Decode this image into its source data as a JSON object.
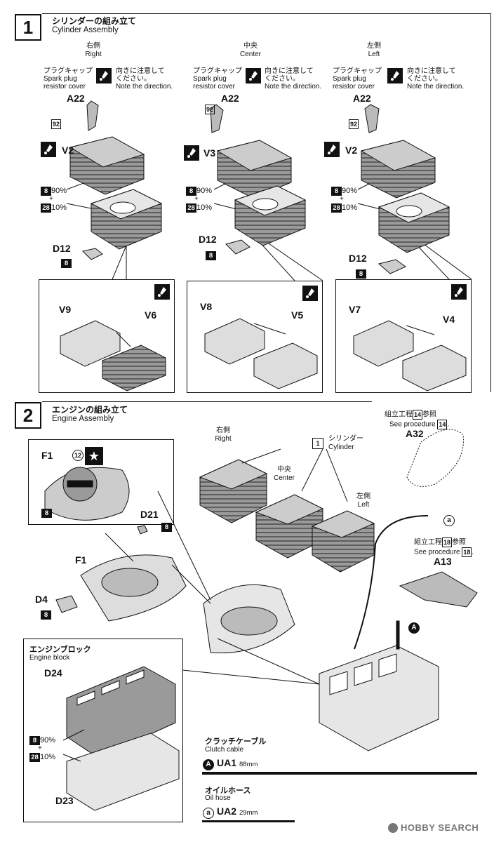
{
  "step1": {
    "number": "1",
    "title_jp": "シリンダーの組み立て",
    "title_en": "Cylinder Assembly",
    "columns": [
      {
        "side_jp": "右側",
        "side_en": "Right",
        "cap_jp": "プラグキャップ",
        "cap_en1": "Spark plug",
        "cap_en2": "resistor cover",
        "note_jp1": "向きに注意して",
        "note_jp2": "ください。",
        "note_en": "Note the direction.",
        "cap_part": "A22",
        "paint": "92",
        "head_part": "V2",
        "mix1_code": "8",
        "mix1": "90%",
        "plus": "+",
        "mix2_code": "28",
        "mix2": "10%",
        "small_part": "D12",
        "small_code": "8",
        "inset_left": "V9",
        "inset_right": "V6"
      },
      {
        "side_jp": "中央",
        "side_en": "Center",
        "cap_jp": "プラグキャップ",
        "cap_en1": "Spark plug",
        "cap_en2": "resistor cover",
        "note_jp1": "向きに注意して",
        "note_jp2": "ください。",
        "note_en": "Note the direction.",
        "cap_part": "A22",
        "paint": "92",
        "head_part": "V3",
        "mix1_code": "8",
        "mix1": "90%",
        "plus": "+",
        "mix2_code": "28",
        "mix2": "10%",
        "small_part": "D12",
        "small_code": "8",
        "inset_left": "V8",
        "inset_right": "V5"
      },
      {
        "side_jp": "左側",
        "side_en": "Left",
        "cap_jp": "プラグキャップ",
        "cap_en1": "Spark plug",
        "cap_en2": "resistor cover",
        "note_jp1": "向きに注意して",
        "note_jp2": "ください。",
        "note_en": "Note the direction.",
        "cap_part": "A22",
        "paint": "92",
        "head_part": "V2",
        "mix1_code": "8",
        "mix1": "90%",
        "plus": "+",
        "mix2_code": "28",
        "mix2": "10%",
        "small_part": "D12",
        "small_code": "8",
        "inset_left": "V7",
        "inset_right": "V4"
      }
    ]
  },
  "step2": {
    "number": "2",
    "title_jp": "エンジンの組み立て",
    "title_en": "Engine Assembly",
    "cover_inset": {
      "part": "F1",
      "marker": "12",
      "code": "8"
    },
    "d21": {
      "part": "D21",
      "code": "8"
    },
    "f1": "F1",
    "d4": {
      "part": "D4",
      "code": "8"
    },
    "cylinder_ref": {
      "num": "1",
      "jp": "シリンダー",
      "en": "Cylinder"
    },
    "cyl_right": {
      "jp": "右側",
      "en": "Right"
    },
    "cyl_center": {
      "jp": "中央",
      "en": "Center"
    },
    "cyl_left": {
      "jp": "左側",
      "en": "Left"
    },
    "ref14": {
      "jp_pre": "組立工程",
      "num": "14",
      "jp_post": "参照",
      "en_pre": "See procedure",
      "en_num": "14",
      "en_post": ".",
      "part": "A32"
    },
    "ref18": {
      "jp_pre": "組立工程",
      "num": "18",
      "jp_post": "参照",
      "en_pre": "See procedure",
      "en_num": "18",
      "en_post": ".",
      "part": "A13"
    },
    "marker_a_small": "a",
    "marker_A": "A",
    "engine_block": {
      "jp": "エンジンブロック",
      "en": "Engine block",
      "top_part": "D24",
      "bottom_part": "D23",
      "mix1_code": "8",
      "mix1": "90%",
      "plus": "+",
      "mix2_code": "28",
      "mix2": "10%"
    },
    "clutch": {
      "jp": "クラッチケーブル",
      "en": "Clutch cable",
      "marker": "A",
      "part": "UA1",
      "length": "88mm"
    },
    "oil": {
      "jp": "オイルホース",
      "en": "Oil hose",
      "marker": "a",
      "part": "UA2",
      "length": "29mm"
    }
  },
  "watermark": "HOBBY SEARCH",
  "colors": {
    "ink": "#111111",
    "body": "#bbbbbb",
    "light": "#e6e6e6"
  }
}
